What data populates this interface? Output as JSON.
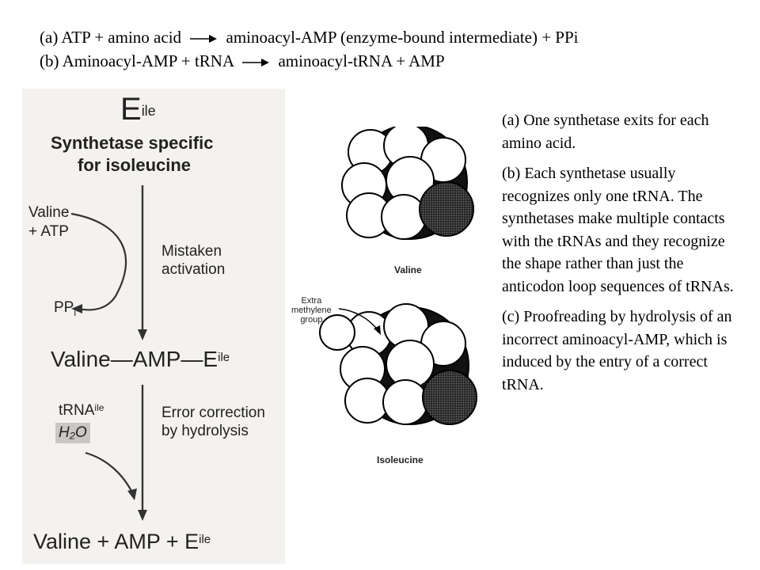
{
  "equations": {
    "a": {
      "lhs": "(a) ATP + amino acid",
      "rhs": "aminoacyl-AMP (enzyme-bound intermediate) + PPi"
    },
    "b": {
      "lhs": "(b) Aminoacyl-AMP + tRNA",
      "rhs": "aminoacyl-tRNA + AMP"
    }
  },
  "figure": {
    "enzyme": "E",
    "enzyme_sup": "ile",
    "title_line1": "Synthetase specific",
    "title_line2": "for isoleucine",
    "valine": "Valine",
    "plus_atp": "+ ATP",
    "mistaken_line1": "Mistaken",
    "mistaken_line2": "activation",
    "ppi": "PP",
    "ppi_sub": "i",
    "intermediate": "Valine—AMP—E",
    "intermediate_sup": "ile",
    "trna": "tRNA",
    "trna_sup": "ile",
    "water": "H₂O",
    "error_line1": "Error correction",
    "error_line2": "by hydrolysis",
    "products": "Valine  +  AMP  +  E",
    "products_sup": "ile"
  },
  "models": {
    "valine_label": "Valine",
    "extra_line1": "Extra",
    "extra_line2": "methylene",
    "extra_line3": "group",
    "isoleucine_label": "Isoleucine"
  },
  "notes": [
    "(a) One synthetase exits for each amino acid.",
    "(b) Each synthetase usually recognizes only one tRNA. The synthetases make multiple contacts with the tRNAs and they recognize the shape rather than just the anticodon loop sequences of tRNAs.",
    "(c) Proofreading by hydrolysis of an incorrect aminoacyl-AMP, which is induced by the entry of a correct tRNA."
  ]
}
